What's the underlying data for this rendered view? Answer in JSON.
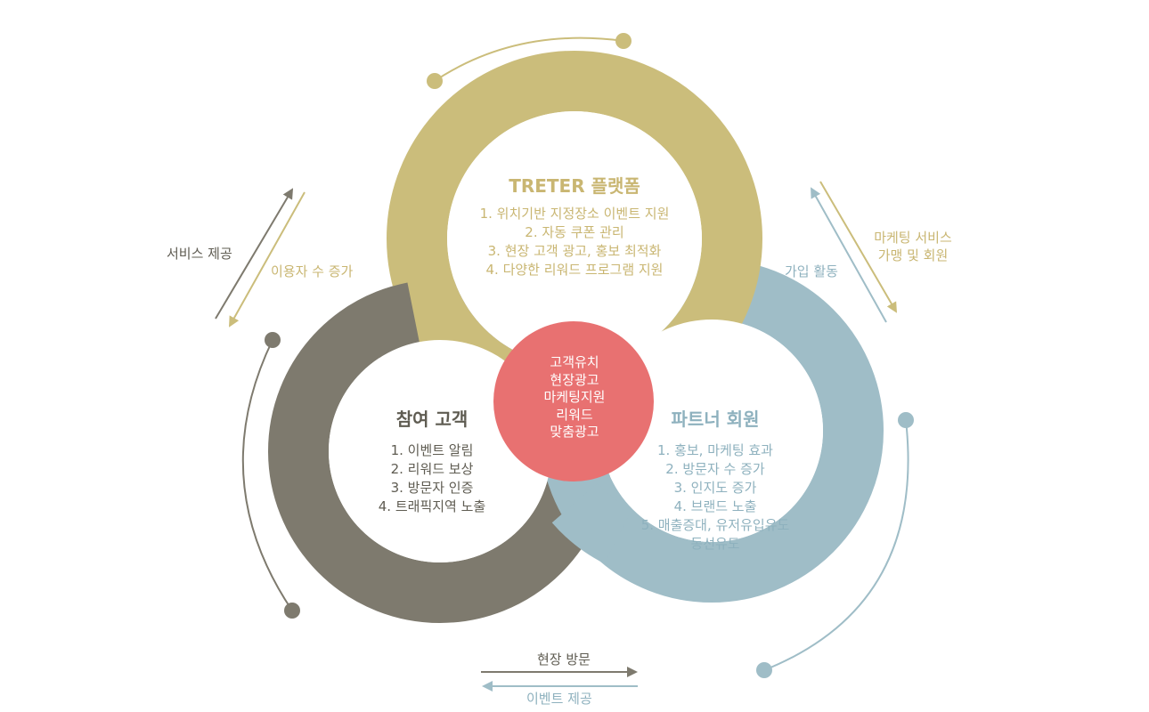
{
  "colors": {
    "gold": "#CBBD7B",
    "olive": "#7E7A6E",
    "blue": "#9FBDC7",
    "red": "#E87171",
    "title_gold": "#C9B672",
    "title_olive": "#5F5C52",
    "title_blue": "#8EB1BE"
  },
  "platform": {
    "title": "TRETER 플랫폼",
    "items": [
      "1. 위치기반 지정장소 이벤트 지원",
      "2. 자동 쿠폰 관리",
      "3. 현장 고객 광고, 홍보 최적화",
      "4. 다양한 리워드 프로그램 지원"
    ]
  },
  "customer": {
    "title": "참여 고객",
    "items": [
      "1. 이벤트 알림",
      "2. 리워드 보상",
      "3. 방문자 인증",
      "4. 트래픽지역 노출"
    ]
  },
  "partner": {
    "title": "파트너 회원",
    "items": [
      "1. 홍보, 마케팅 효과",
      "2. 방문자 수 증가",
      "3. 인지도 증가",
      "4. 브랜드 노출",
      "5. 매출증대, 유저유입유도",
      "동선유도"
    ]
  },
  "center": {
    "lines": [
      "고객유치",
      "현장광고",
      "마케팅지원",
      "리워드",
      "맞춤광고"
    ]
  },
  "flows": {
    "service_provide": "서비스 제공",
    "user_increase": "이용자 수 증가",
    "join_activity": "가입 활동",
    "marketing_service": [
      "마케팅 서비스",
      "가맹 및 회원"
    ],
    "site_visit": "현장 방문",
    "event_provide": "이벤트 제공"
  },
  "icons": [
    "arrow-icon",
    "orbit-dot-icon"
  ]
}
